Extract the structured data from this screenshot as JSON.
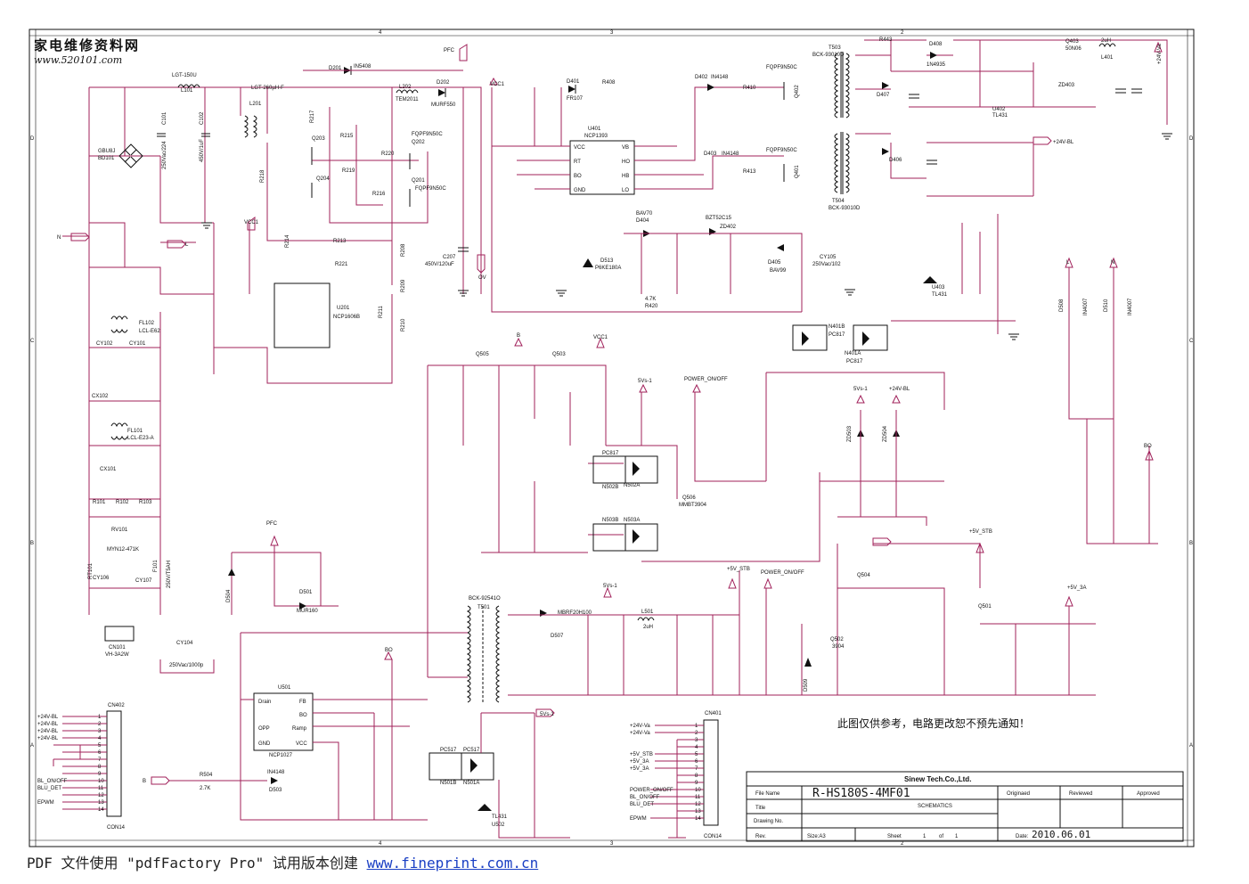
{
  "watermark": {
    "chinese": "家电维修资料网",
    "url": "www.520101.com"
  },
  "notice": "此图仅供参考，电路更改恕不预先通知！",
  "footer": {
    "prefix": "PDF 文件使用 \"pdfFactory Pro\" 试用版本创建 ",
    "link": "www.fineprint.com.cn"
  },
  "title_block": {
    "company": "Sinew Tech.Co.,Ltd.",
    "file_name_label": "File Name",
    "file_name": "R-HS180S-4MF01",
    "title_label": "Title",
    "title": "SCHEMATICS",
    "drawing_no_label": "Drawing No.",
    "rev_label": "Rev.",
    "size": "Size:A3",
    "sheet_label": "Sheet",
    "sheet_no": "1",
    "of_label": "of",
    "sheet_total": "1",
    "date_label": "Date:",
    "date": "2010.06.01",
    "originated": "Originaed",
    "reviewed": "Reviewed",
    "approved": "Approved"
  },
  "border": {
    "cols": [
      "4",
      "3",
      "2"
    ],
    "rows": [
      "D",
      "C",
      "B",
      "A"
    ]
  },
  "labels": {
    "pfc_top": "PFC",
    "pfc_mid": "PFC",
    "gbu": "GBU8J",
    "bd101": "BD101",
    "n_in": "N",
    "l_in": "L",
    "lgt150": "LGT-150U",
    "l101": "L101",
    "lgt260": "LGT-260µH-F",
    "l201": "L201",
    "c101": "C101",
    "c101v": "250Vac/224",
    "c102": "C102",
    "c102v": "450V/1uF",
    "d201": "D201",
    "in5408": "IN5408",
    "l202": "L202",
    "tem": "TEM2011",
    "d202": "D202",
    "murf": "MURF550",
    "r217": "R217",
    "q203": "Q203",
    "r215": "R215",
    "r220": "R220",
    "q202": "Q202",
    "fqpf1": "FQPF9N50C",
    "q204": "Q204",
    "r219": "R219",
    "q201": "Q201",
    "fqpf2": "FQPF9N50C",
    "r216": "R216",
    "r218": "R218",
    "u201": "U201",
    "ncp1606": "NCP1606B",
    "vcc1a": "VCC1",
    "vcc1b": "VCC1",
    "vcc1c": "VCC1",
    "r213": "R213",
    "r221": "R221",
    "r214": "R214",
    "r208": "R208",
    "r209": "R209",
    "r210": "R210",
    "r211": "R211",
    "c207": "C207",
    "c207v": "450V/120uF",
    "ov": "OV",
    "u401": "U401",
    "ncp1393": "NCP1393",
    "d401": "D401",
    "fr107": "FR107",
    "r408": "R408",
    "pin_vcc": "VCC",
    "pin_rt": "RT",
    "pin_bo": "BO",
    "pin_gnd": "GND",
    "pin_vb": "VB",
    "pin_ho": "HO",
    "pin_hb": "HB",
    "pin_lo": "LO",
    "d402": "D402",
    "d402p": "IN4148",
    "r410": "R410",
    "q402": "Q402",
    "fqpf3": "FQPF9N50C",
    "d403": "D403",
    "d403p": "IN4148",
    "r413": "R413",
    "q401": "Q401",
    "fqpf4": "FQPF9N50C",
    "t503": "T503",
    "bck9301": "BCK-93010D",
    "t504": "T504",
    "bck9302": "BCK-93010D",
    "r443": "R443",
    "d408": "D408",
    "in4935": "1N4935",
    "q403": "Q403",
    "sonoe": "50N06",
    "l401": "L401",
    "l401v": "2uH",
    "out24va": "+24V-Va",
    "d407": "D407",
    "d406": "D406",
    "u402": "U402",
    "tl431a": "TL431",
    "zd403": "ZD403",
    "out24bl": "+24V-BL",
    "d404": "D404",
    "bav70": "BAV70",
    "zd402": "ZD402",
    "bzt": "BZT52C15",
    "d405": "D405",
    "bav99": "BAV99",
    "d513": "D513",
    "p6ke": "P6KE180A",
    "cy105": "CY105",
    "cy105v": "250Vac/102",
    "u403": "U403",
    "tl431b": "TL431",
    "n401b": "N401B",
    "pc817a": "PC817",
    "n401a": "N401A",
    "pc817b": "PC817",
    "r420": "R420",
    "r420v": "4.7K",
    "fl102": "FL102",
    "lcl": "LCL-E62",
    "cy102": "CY102",
    "cy101": "CY101",
    "cx102": "CX102",
    "fl101": "FL101",
    "lcle23": "LCL-E23-A",
    "cx101": "CX101",
    "r101": "R101",
    "r102": "R102",
    "r103": "R103",
    "rv101": "RV101",
    "myn": "MYN12-471K",
    "rt101": "RT101",
    "f101": "F101",
    "f101v": "250V/T5AH",
    "cy106": "CY106",
    "cy107": "CY107",
    "cn101": "CN101",
    "vh3a": "VH-3A2W",
    "cy104": "CY104",
    "cy104v": "250Vac/1000p",
    "q505": "Q505",
    "q503": "Q503",
    "bo1": "B",
    "vcc1d": "VCC1",
    "pc817c": "PC817",
    "n502b": "N502B",
    "n502a": "N502A",
    "n503b": "N503B",
    "n503a": "N503A",
    "q506": "Q506",
    "mmbt": "MMBT3904",
    "vs1": "5Vs-1",
    "pon": "POWER_ON/OFF",
    "zd503": "ZD503",
    "zd504": "ZD504",
    "out5vs": "5Vs-1",
    "out24bl2": "+24V-BL",
    "d508": "D508",
    "in4007a": "IN4007",
    "d510": "D510",
    "in4007b": "IN4007",
    "lL": "L",
    "lN": "N",
    "bo2": "BO",
    "t501": "T501",
    "bck92541": "BCK-92541O",
    "mbrf": "MBRF20H100",
    "d507": "D507",
    "l501": "L501",
    "l501v": "2uH",
    "u501": "U501",
    "ncp1027": "NCP1027",
    "p_drain": "Drain",
    "p_fb": "FB",
    "p_bo": "BO",
    "p_opp": "OPP",
    "p_ramp": "Ramp",
    "p_gnd": "GND",
    "p_vcc": "VCC",
    "d503": "D503",
    "in4148": "IN4148",
    "r504": "R504",
    "r504v": "2.7K",
    "bo3": "B",
    "bo4": "BO",
    "pc517": "PC517",
    "pc517b": "PC517",
    "n501b": "N501B",
    "n501a": "N501A",
    "tl431c": "TL431",
    "u502": "U502",
    "cn402": "CN402",
    "con14a": "CON14",
    "cn401": "CN401",
    "con14b": "CON14",
    "q504": "Q504",
    "q501": "Q501",
    "out5vstb": "+5V_STB",
    "out5v3a": "+5V_3A",
    "out5vstb2": "+5V_STB",
    "d504": "D504",
    "d501": "D501",
    "mur": "MUR160",
    "d509": "D509",
    "q502": "Q502",
    "s3904": "3904"
  },
  "connector_left": [
    "+24V-BL",
    "+24V-BL",
    "+24V-BL",
    "+24V-BL",
    "",
    "",
    "",
    "",
    "",
    "BL_ON/OFF",
    "BLU_DET",
    "",
    "EPWM",
    ""
  ],
  "connector_right": [
    "+24V-Va",
    "+24V-Va",
    "",
    "",
    "+5V_STB",
    "+5V_3A",
    "+5V_3A",
    "",
    "",
    "POWER_ON/OFF",
    "BL_ON/OFF",
    "BLU_DET",
    "",
    "EPWM"
  ]
}
